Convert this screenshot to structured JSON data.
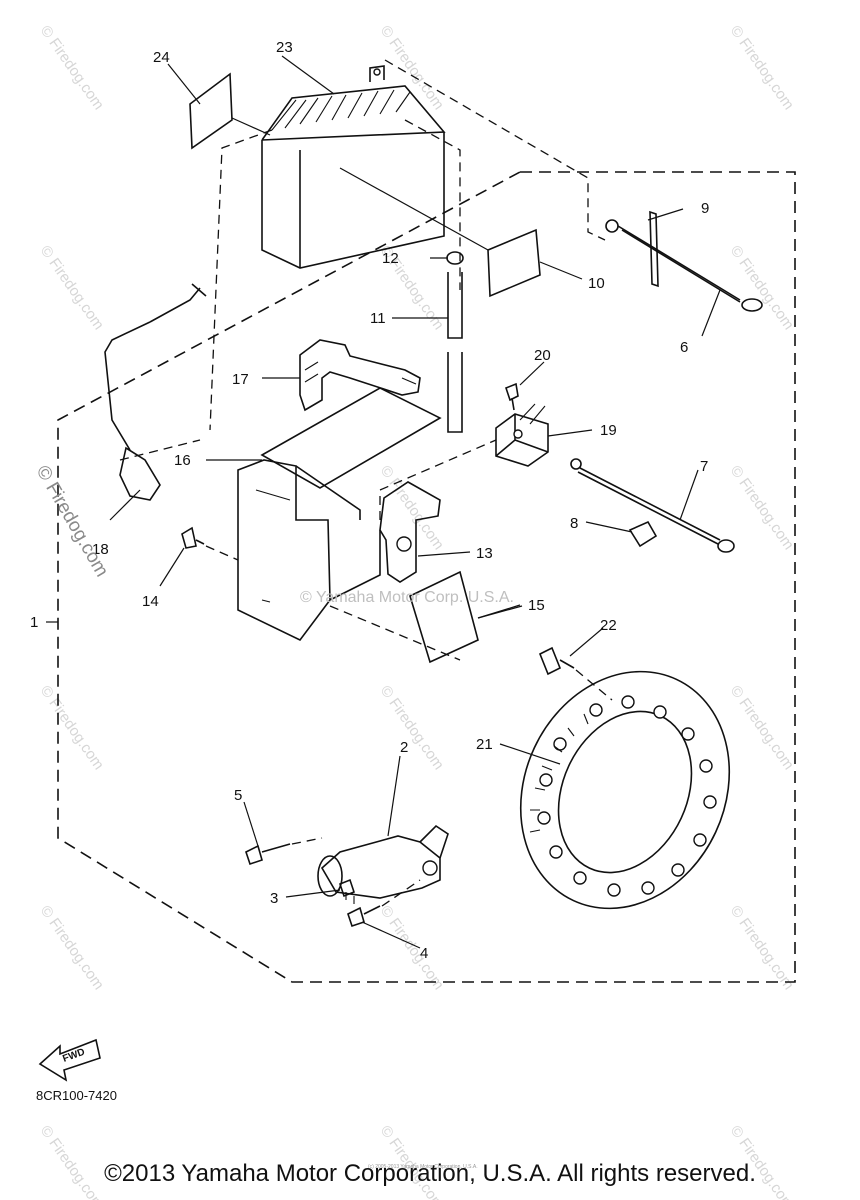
{
  "diagram": {
    "callouts": [
      "1",
      "2",
      "3",
      "4",
      "5",
      "6",
      "7",
      "8",
      "9",
      "10",
      "11",
      "12",
      "13",
      "14",
      "15",
      "16",
      "17",
      "18",
      "19",
      "20",
      "21",
      "22",
      "23",
      "24"
    ],
    "drawing_code": "8CR100-7420",
    "fwd_label": "FWD",
    "inline_watermark": "© Yamaha Motor Corp. U.S.A.",
    "side_watermark": "© Firedog.com",
    "tile_watermark": "© Firedog.com",
    "tiny_notice": "(c) 2005-2013 Yamaha Motor Corporation, U.S.A."
  },
  "footer": {
    "copyright": "©2013 Yamaha Motor Corporation, U.S.A. All rights reserved."
  }
}
